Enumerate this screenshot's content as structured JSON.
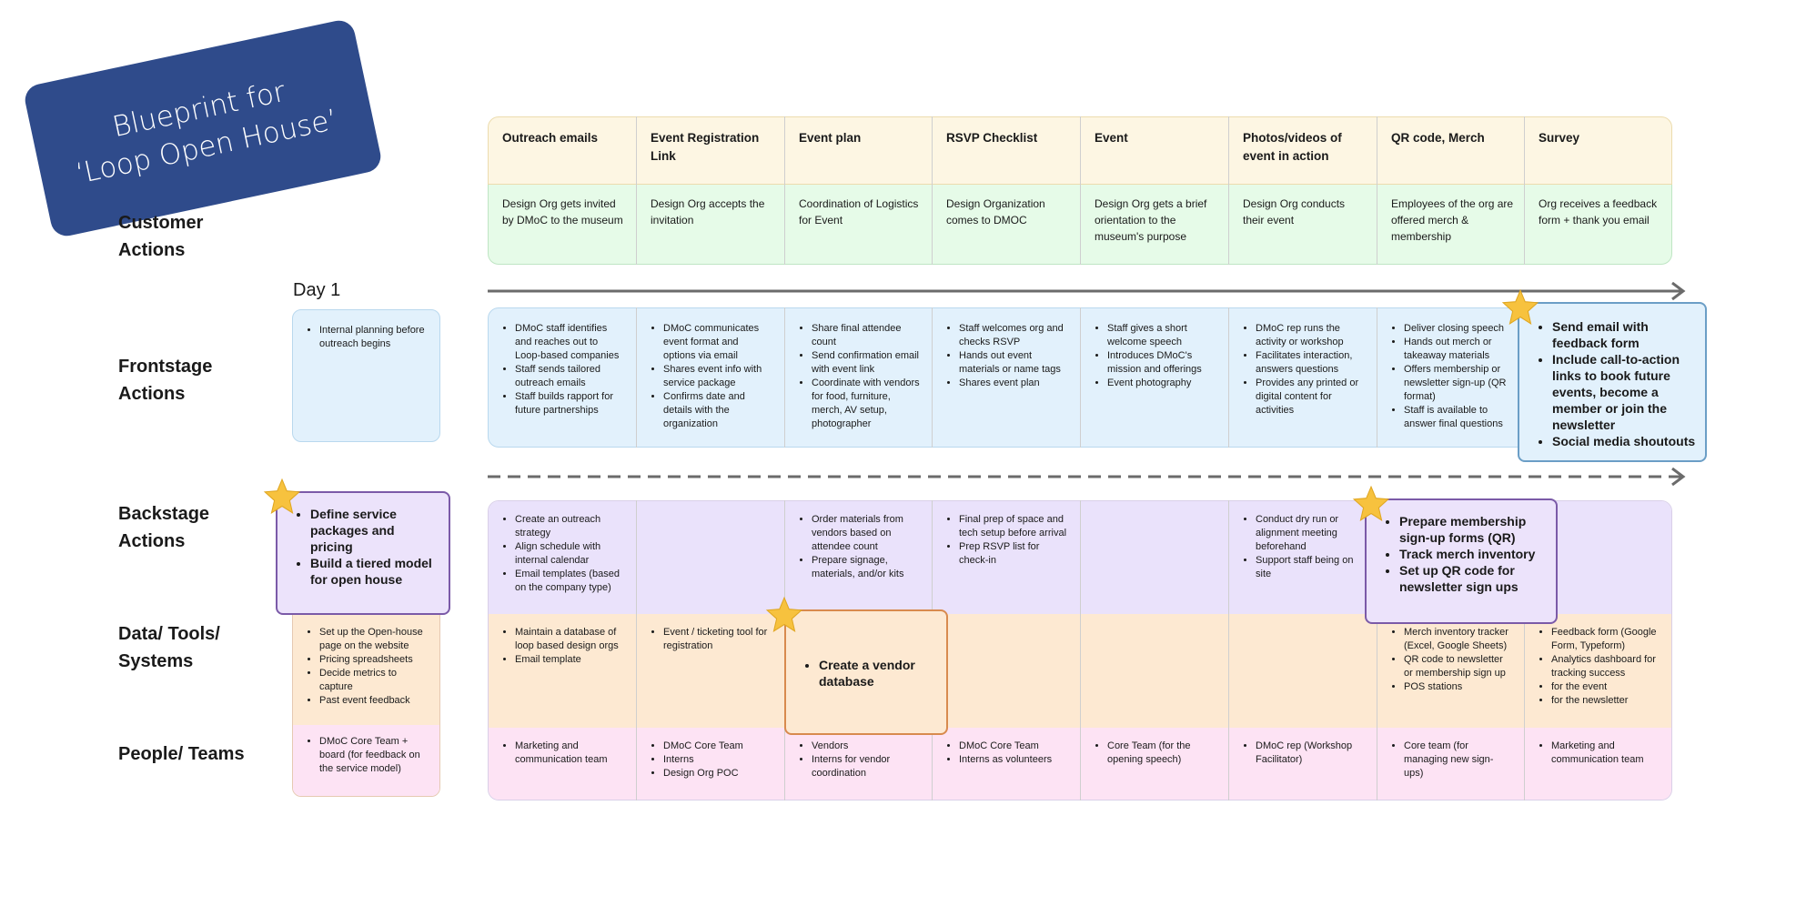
{
  "title": {
    "line1": "Blueprint for",
    "line2": "‘Loop Open House’"
  },
  "row_labels": {
    "customer": [
      "Customer",
      "Actions"
    ],
    "frontstage": [
      "Frontstage",
      "Actions"
    ],
    "backstage": [
      "Backstage",
      "Actions"
    ],
    "data": [
      "Data/ Tools/",
      "Systems"
    ],
    "people": [
      "People/ Teams"
    ]
  },
  "day_label": "Day 1",
  "columns": [
    {
      "header": "Outreach emails",
      "customer": "Design Org gets invited by DMoC to the museum",
      "frontstage": [
        "DMoC staff identifies and reaches out to Loop-based companies",
        "Staff sends tailored outreach emails",
        "Staff builds rapport for future partnerships"
      ],
      "backstage": [
        "Create an outreach strategy",
        "Align schedule with internal calendar",
        "Email templates (based on the company type)"
      ],
      "data": [
        "Maintain a database of loop based design orgs",
        "Email template"
      ],
      "people": [
        "Marketing and communication team"
      ]
    },
    {
      "header": "Event Registration Link",
      "customer": "Design Org accepts the invitation",
      "frontstage": [
        "DMoC communicates event format and options via email",
        "Shares event info with service package",
        "Confirms date and details with the organization"
      ],
      "backstage": [],
      "data": [
        "Event / ticketing tool for registration"
      ],
      "people": [
        "DMoC Core Team",
        "Interns",
        "Design Org POC"
      ]
    },
    {
      "header": "Event plan",
      "customer": "Coordination of Logistics for Event",
      "frontstage": [
        "Share final attendee count",
        "Send confirmation email with event link",
        "Coordinate with vendors for food, furniture, merch, AV setup, photographer"
      ],
      "backstage": [
        "Order materials from vendors based on attendee count",
        "Prepare signage, materials, and/or kits"
      ],
      "data": [],
      "people": [
        "Vendors",
        "Interns for vendor coordination"
      ]
    },
    {
      "header": "RSVP Checklist",
      "customer": "Design Organization comes to DMOC",
      "frontstage": [
        "Staff welcomes org and checks RSVP",
        "Hands out event materials or name tags",
        "Shares event plan"
      ],
      "backstage": [
        "Final prep of space and tech setup before arrival",
        "Prep RSVP list for check-in"
      ],
      "data": [],
      "people": [
        "DMoC Core Team",
        "Interns as volunteers"
      ]
    },
    {
      "header": "Event",
      "customer": "Design Org gets a brief orientation to the museum's purpose",
      "frontstage": [
        "Staff gives a short welcome speech",
        "Introduces DMoC's mission and offerings",
        "Event photography"
      ],
      "backstage": [],
      "data": [],
      "people": [
        "Core Team (for the opening speech)"
      ]
    },
    {
      "header": "Photos/videos of event in action",
      "customer": "Design Org conducts their event",
      "frontstage": [
        "DMoC rep runs the activity or workshop",
        "Facilitates interaction, answers questions",
        "Provides any printed or digital content for activities"
      ],
      "backstage": [
        "Conduct dry run or alignment meeting beforehand",
        "Support staff being on site"
      ],
      "data": [],
      "people": [
        "DMoC rep (Workshop Facilitator)"
      ]
    },
    {
      "header": "QR code, Merch",
      "customer": "Employees of the org are offered merch & membership",
      "frontstage": [
        "Deliver closing speech",
        "Hands out merch or takeaway materials",
        "Offers membership or newsletter sign-up (QR format)",
        "Staff is available to answer final questions"
      ],
      "backstage": [],
      "data": [
        "Merch inventory tracker (Excel, Google Sheets)",
        "QR code to newsletter or membership sign up",
        "POS stations"
      ],
      "people": [
        "Core team (for managing new sign-ups)"
      ]
    },
    {
      "header": "Survey",
      "customer": "Org receives a feedback form + thank you email",
      "frontstage": [],
      "backstage": [],
      "data": [
        "Feedback form (Google Form, Typeform)",
        "Analytics dashboard for tracking success",
        "for the event",
        "for the newsletter"
      ],
      "people": [
        "Marketing and communication team"
      ]
    }
  ],
  "day1": {
    "frontstage": [
      "Internal planning before outreach begins"
    ],
    "data": [
      "Set up the Open-house page on the website",
      "Pricing spreadsheets",
      "Decide metrics to capture",
      "Past event feedback"
    ],
    "people": [
      "DMoC Core Team + board (for feedback on the service model)"
    ]
  },
  "highlights": {
    "service": [
      "Define service packages and pricing",
      "Build a tiered model for open house"
    ],
    "vendor": [
      "Create a vendor database"
    ],
    "membership": [
      "Prepare membership sign-up forms (QR)",
      "Track merch inventory",
      "Set up QR code for newsletter sign ups"
    ],
    "survey": [
      "Send email with feedback form",
      "Include call-to-action links to book future events, become a member or join the newsletter",
      "Social media shoutouts"
    ]
  },
  "colors": {
    "title_bg": "#2f4b8b",
    "header_bg": "#fdf6e3",
    "customer_bg": "#e6fbe8",
    "frontstage_bg": "#e2f1fc",
    "backstage_bg": "#eae2fb",
    "data_bg": "#fde9d2",
    "people_bg": "#fde3f4",
    "star": "#f7c23e"
  }
}
